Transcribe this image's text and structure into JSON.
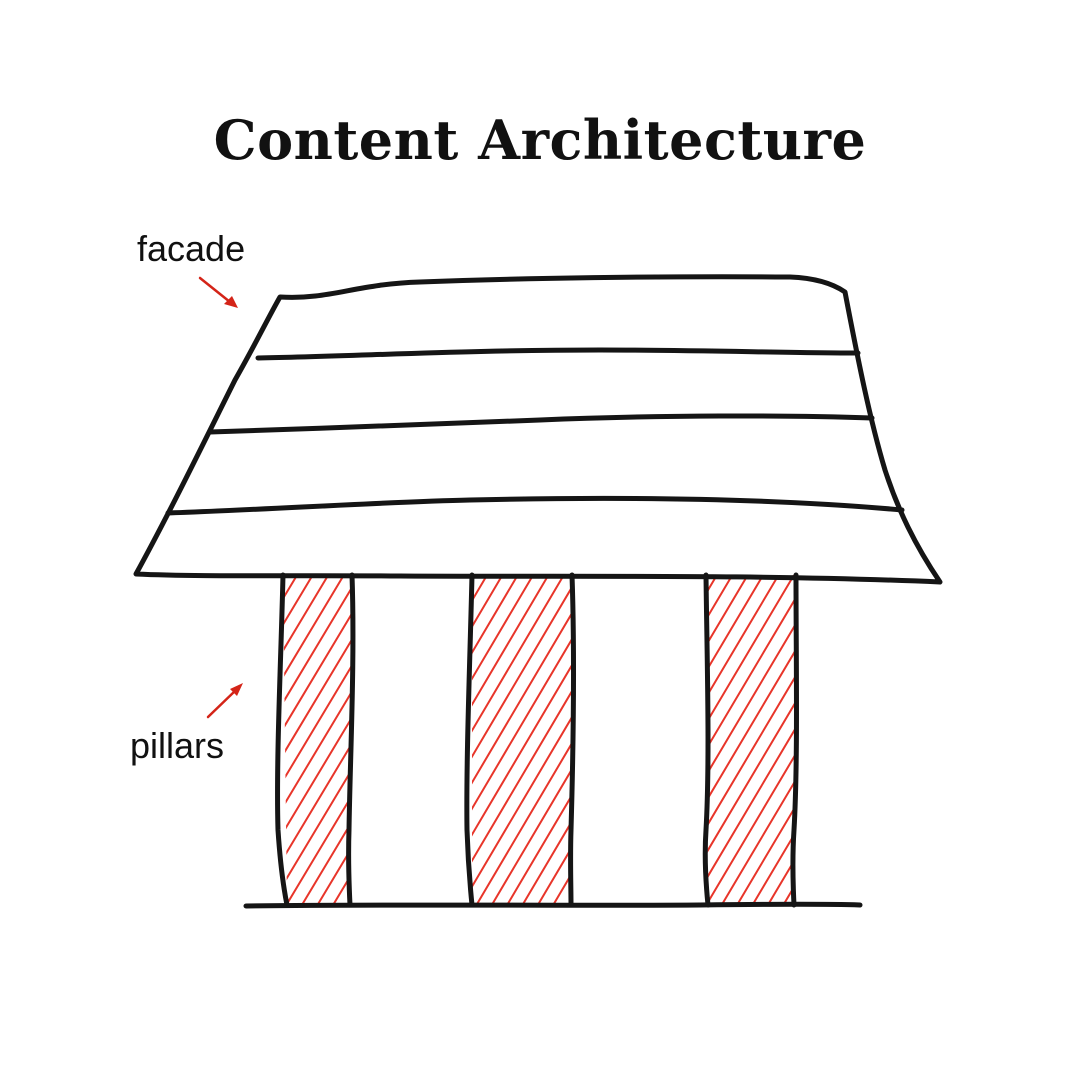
{
  "title": "Content Architecture",
  "labels": {
    "facade": "facade",
    "pillars": "pillars"
  },
  "colors": {
    "ink": "#151515",
    "accent": "#e8352a",
    "background": "#ffffff"
  },
  "diagram": {
    "facade_bands": 4,
    "pillars": 3,
    "pillar_fill": "red-diagonal-hatching"
  }
}
